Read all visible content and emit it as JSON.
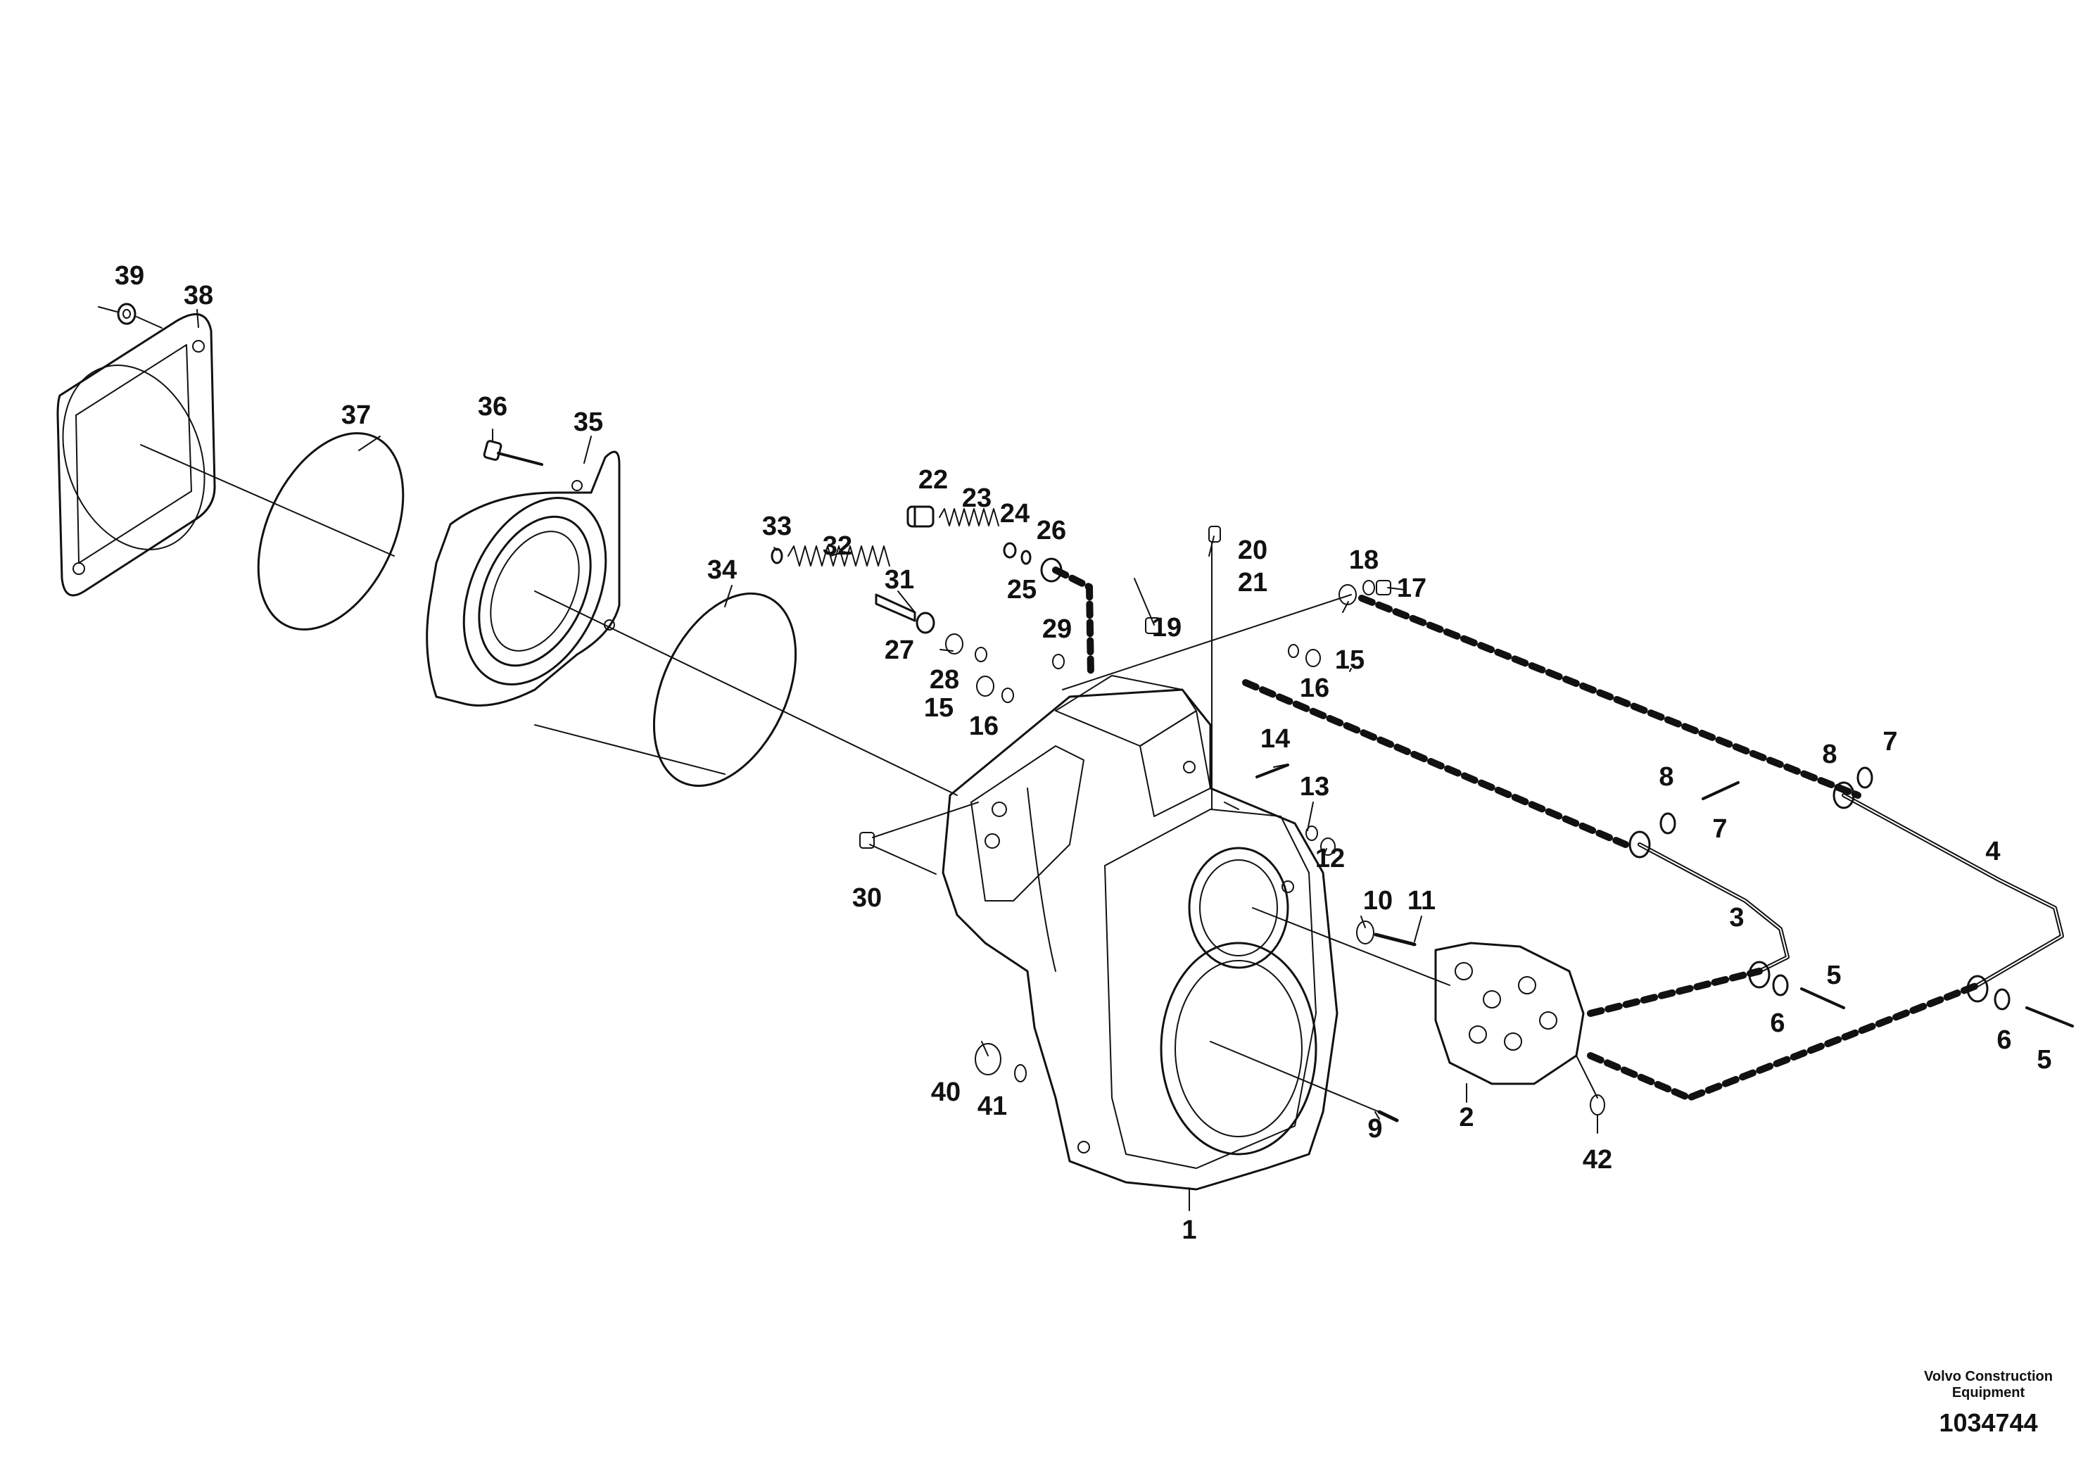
{
  "footer": {
    "brand_line1": "Volvo Construction",
    "brand_line2": "Equipment",
    "document_number": "1034744"
  },
  "callouts": {
    "c1": "1",
    "c2": "2",
    "c3": "3",
    "c4": "4",
    "c5a": "5",
    "c5b": "5",
    "c6a": "6",
    "c6b": "6",
    "c7a": "7",
    "c7b": "7",
    "c8a": "8",
    "c8b": "8",
    "c9": "9",
    "c10": "10",
    "c11": "11",
    "c12": "12",
    "c13": "13",
    "c14": "14",
    "c15a": "15",
    "c15b": "15",
    "c16a": "16",
    "c16b": "16",
    "c17": "17",
    "c18": "18",
    "c19": "19",
    "c20": "20",
    "c21": "21",
    "c22": "22",
    "c23": "23",
    "c24": "24",
    "c25": "25",
    "c26": "26",
    "c27": "27",
    "c28": "28",
    "c29": "29",
    "c30": "30",
    "c31": "31",
    "c32": "32",
    "c33": "33",
    "c34": "34",
    "c35": "35",
    "c36": "36",
    "c37": "37",
    "c38": "38",
    "c39": "39",
    "c40": "40",
    "c41": "41",
    "c42": "42"
  }
}
